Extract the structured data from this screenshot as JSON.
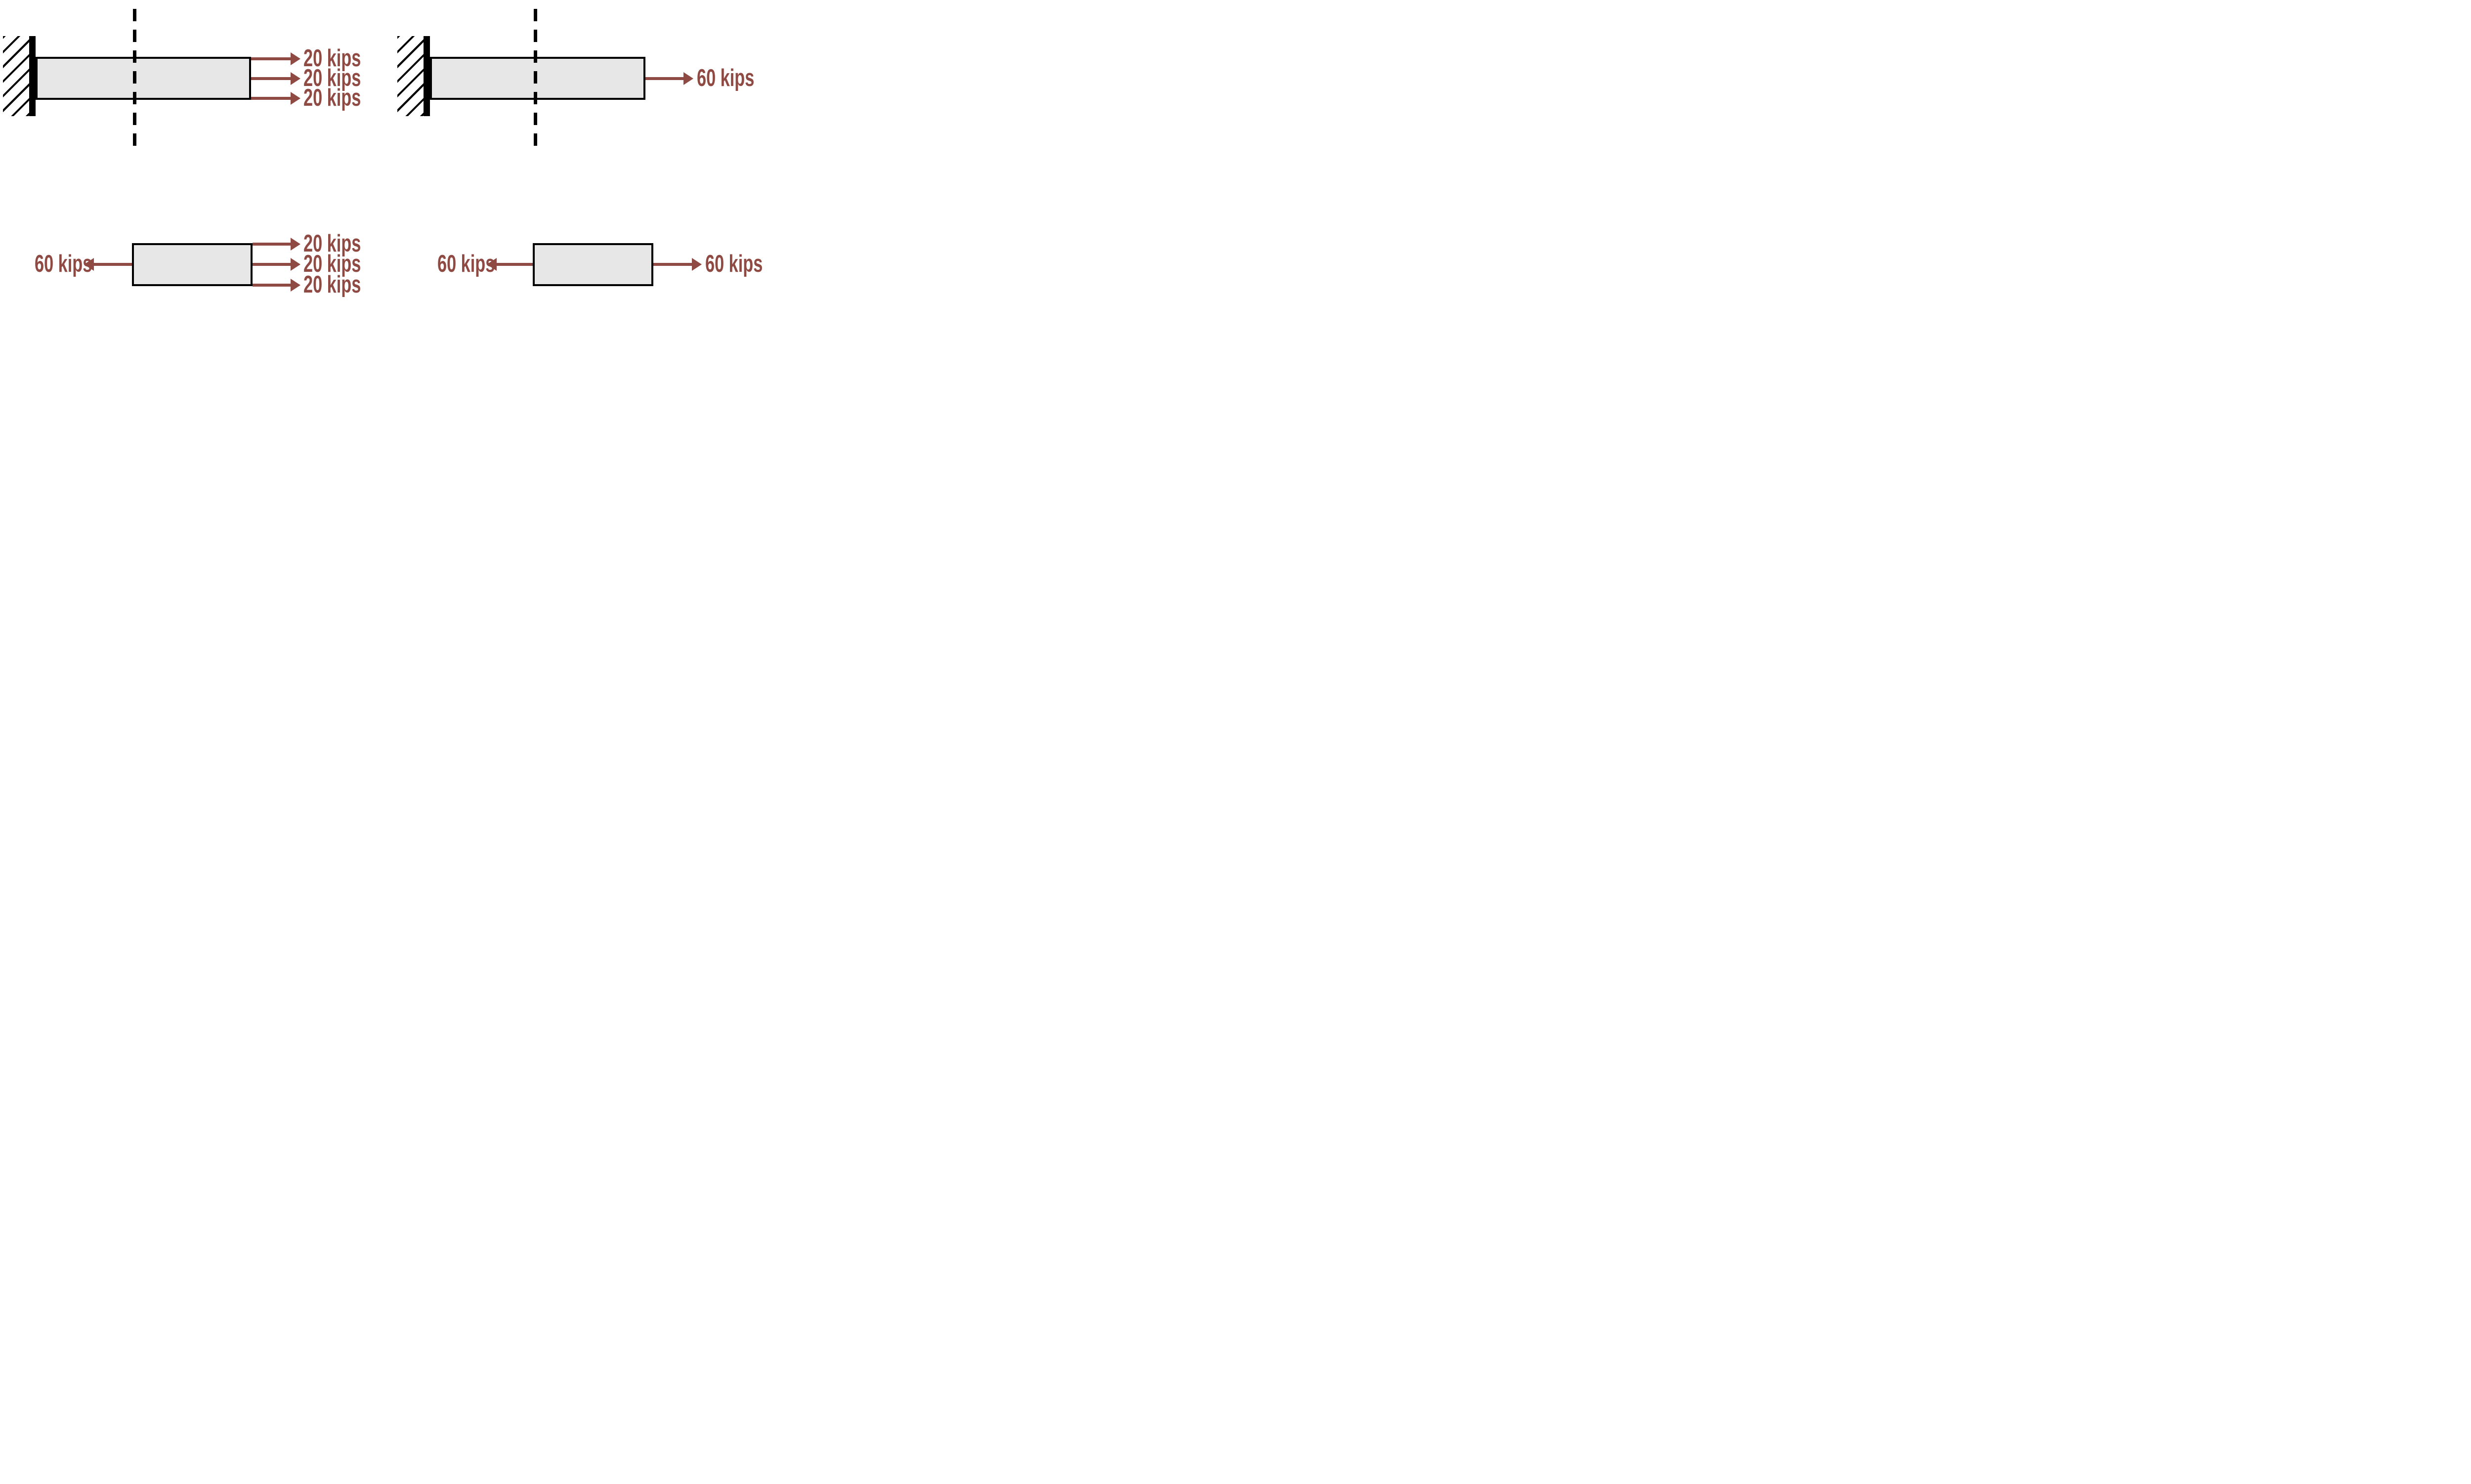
{
  "colors": {
    "accent": "#8F4A43",
    "bar_fill": "#E7E7E7",
    "line": "#000000",
    "background": "#FFFFFF"
  },
  "diagrams": {
    "top_left": {
      "arrow_labels": [
        "20 kips",
        "20 kips",
        "20 kips"
      ]
    },
    "top_right": {
      "arrow_label": "60 kips"
    },
    "bottom_left": {
      "left_arrow_label": "60 kips",
      "arrow_labels": [
        "20 kips",
        "20 kips",
        "20 kips"
      ]
    },
    "bottom_right": {
      "left_arrow_label": "60 kips",
      "right_arrow_label": "60 kips"
    }
  }
}
